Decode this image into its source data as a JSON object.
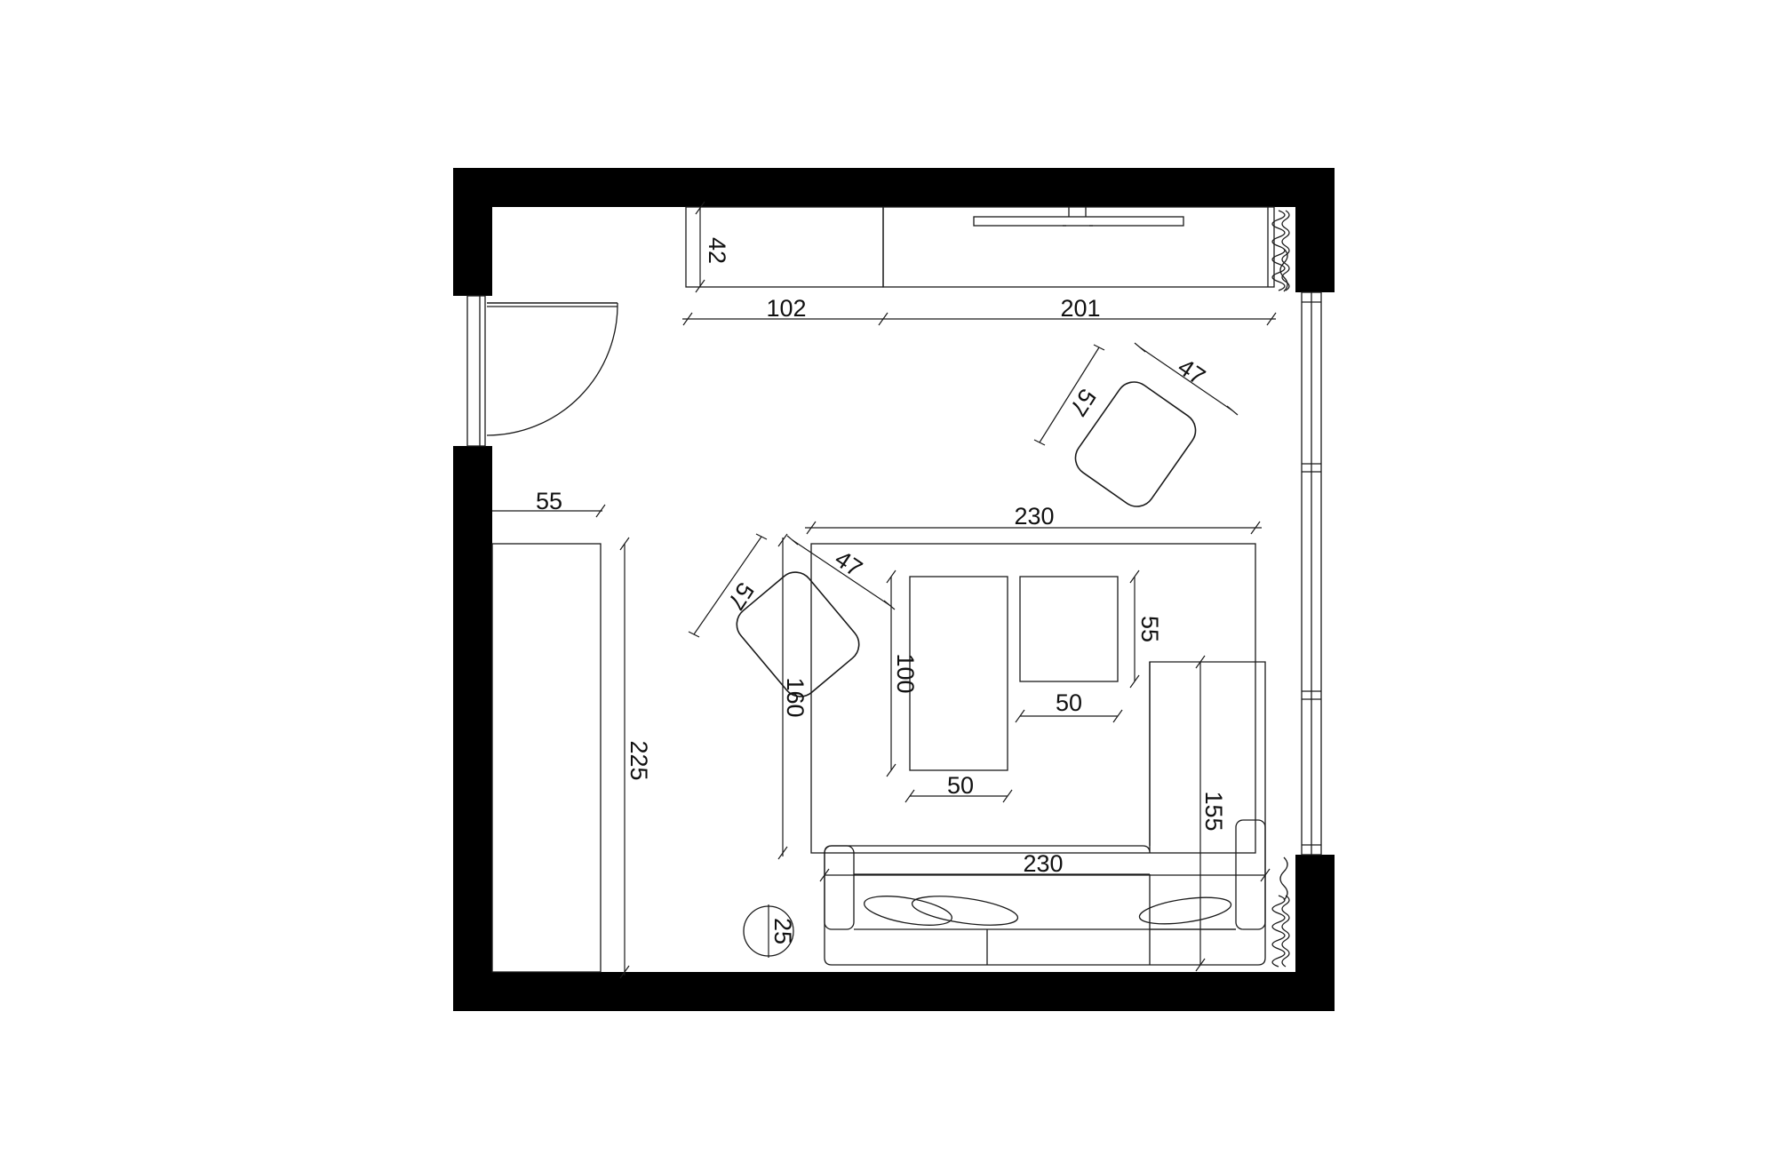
{
  "colors": {
    "wall": "#000000",
    "background": "#ffffff",
    "line": "#1a1a1a"
  },
  "dimensions": {
    "wardrobe_depth": "42",
    "wardrobe_left_width": "102",
    "wardrobe_right_width": "201",
    "chair_top_width": "47",
    "chair_top_depth": "57",
    "door_clearance": "55",
    "rug_width": "230",
    "chair_left_width": "47",
    "chair_left_depth": "57",
    "ottoman_depth": "55",
    "ottoman_width": "50",
    "coffee_table_length": "100",
    "coffee_table_width": "50",
    "rug_length": "160",
    "bed_length": "225",
    "sofa_chaise_length": "155",
    "sofa_width": "230",
    "side_table_diameter": "25"
  }
}
